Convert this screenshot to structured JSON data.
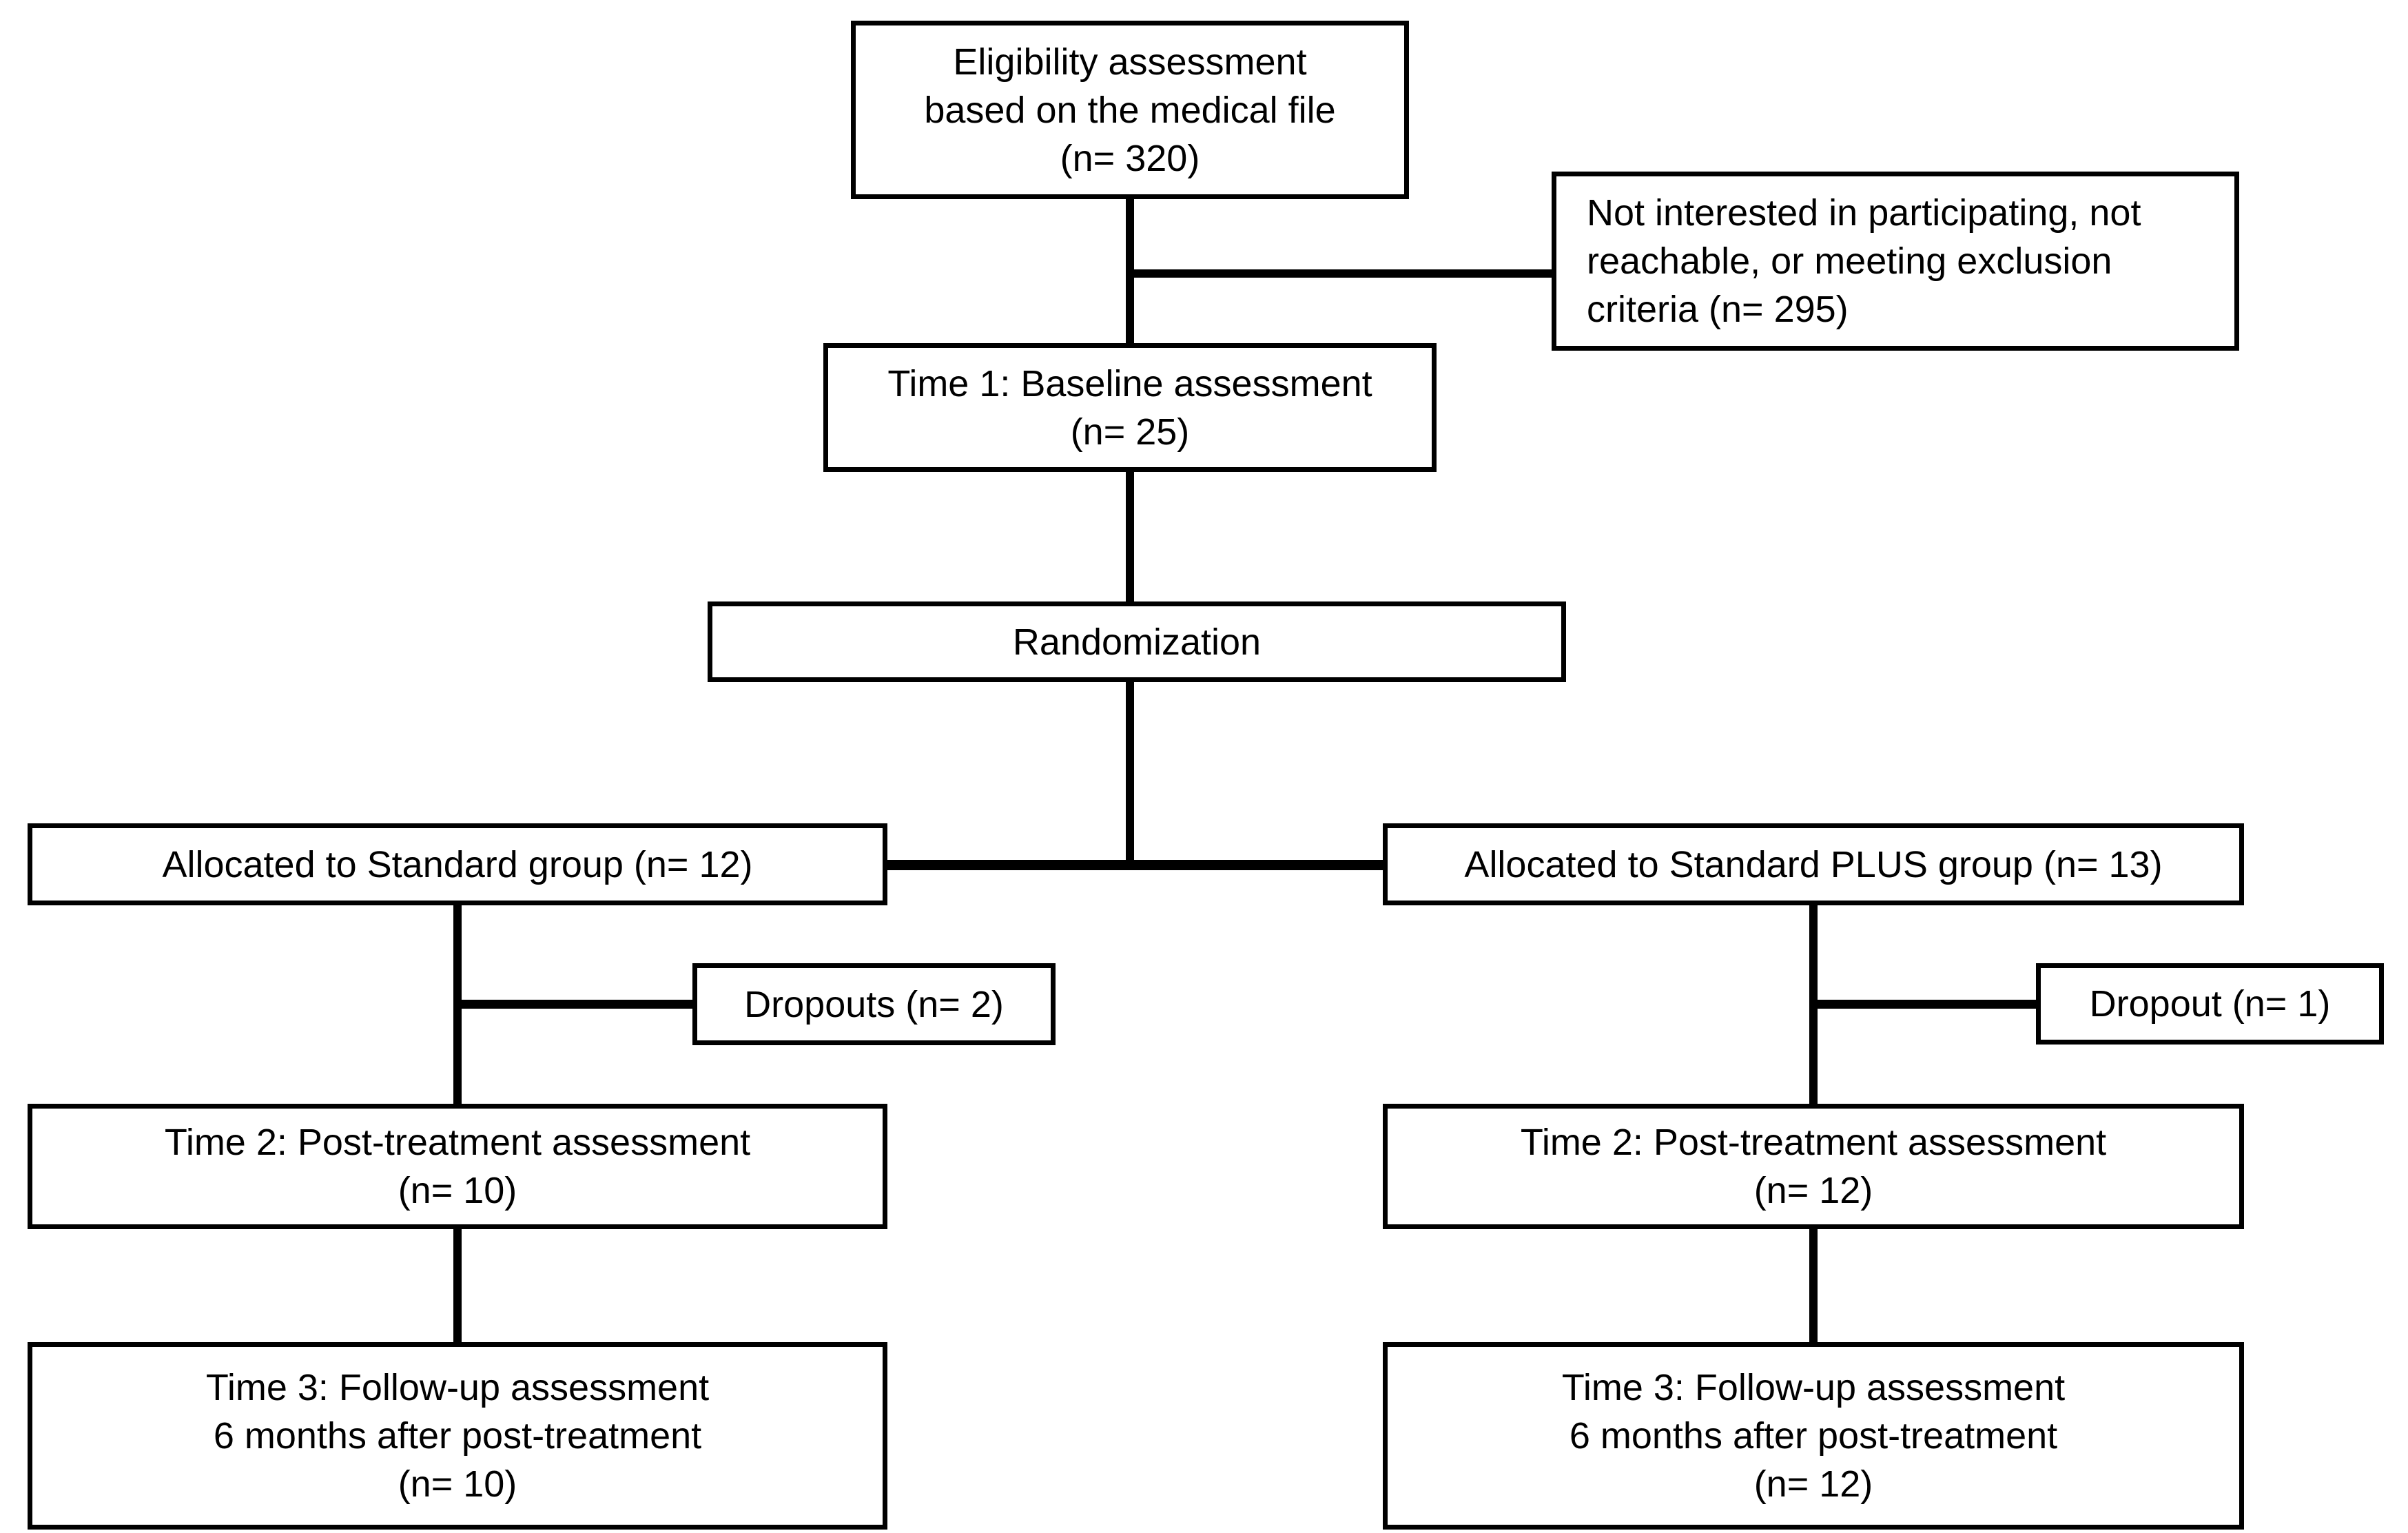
{
  "colors": {
    "background": "#ffffff",
    "box_fill": "#ffffff",
    "box_border": "#000000",
    "connector": "#000000",
    "text": "#000000"
  },
  "boxes": {
    "eligibility": {
      "lines": [
        "Eligibility assessment",
        "based on the medical file",
        "(n= 320)"
      ]
    },
    "exclusion": {
      "lines": [
        "Not interested in participating, not",
        "reachable, or meeting exclusion",
        "criteria (n= 295)"
      ]
    },
    "baseline": {
      "lines": [
        "Time 1: Baseline assessment",
        "(n= 25)"
      ]
    },
    "randomization": {
      "lines": [
        "Randomization"
      ]
    },
    "alloc_standard": {
      "lines": [
        "Allocated to Standard group (n= 12)"
      ]
    },
    "alloc_plus": {
      "lines": [
        "Allocated to Standard PLUS group (n= 13)"
      ]
    },
    "dropouts_standard": {
      "lines": [
        "Dropouts (n= 2)"
      ]
    },
    "dropout_plus": {
      "lines": [
        "Dropout (n= 1)"
      ]
    },
    "post_standard": {
      "lines": [
        "Time 2: Post-treatment assessment",
        "(n= 10)"
      ]
    },
    "post_plus": {
      "lines": [
        "Time 2: Post-treatment assessment",
        "(n= 12)"
      ]
    },
    "followup_standard": {
      "lines": [
        "Time 3: Follow-up assessment",
        "6 months after post-treatment",
        "(n= 10)"
      ]
    },
    "followup_plus": {
      "lines": [
        "Time 3: Follow-up assessment",
        "6 months after post-treatment",
        "(n= 12)"
      ]
    }
  }
}
